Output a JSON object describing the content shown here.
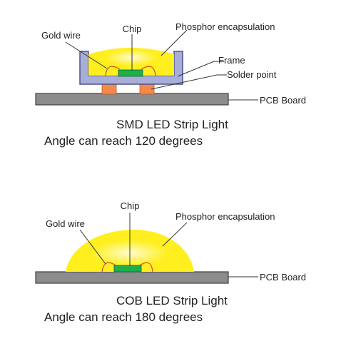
{
  "colors": {
    "phosphor": "#ffef1f",
    "phosphor_glow": "#fffbd0",
    "chip": "#1db04a",
    "frame_fill": "#a8aed6",
    "frame_stroke": "#4b5290",
    "pcb_fill": "#8c8c8c",
    "pcb_stroke": "#404040",
    "solder": "#f4894a",
    "wire": "#d24a2c"
  },
  "smd": {
    "labels": {
      "chip": "Chip",
      "gold_wire": "Gold wire",
      "phosphor": "Phosphor encapsulation",
      "frame": "Frame",
      "solder": "Solder point",
      "pcb": "PCB Board"
    },
    "caption": {
      "line1": "SMD LED Strip Light",
      "line2": "Angle can reach 120 degrees"
    }
  },
  "cob": {
    "labels": {
      "chip": "Chip",
      "gold_wire": "Gold wire",
      "phosphor": "Phosphor encapsulation",
      "pcb": "PCB Board"
    },
    "caption": {
      "line1": "COB LED Strip Light",
      "line2": "Angle can reach 180 degrees"
    }
  }
}
